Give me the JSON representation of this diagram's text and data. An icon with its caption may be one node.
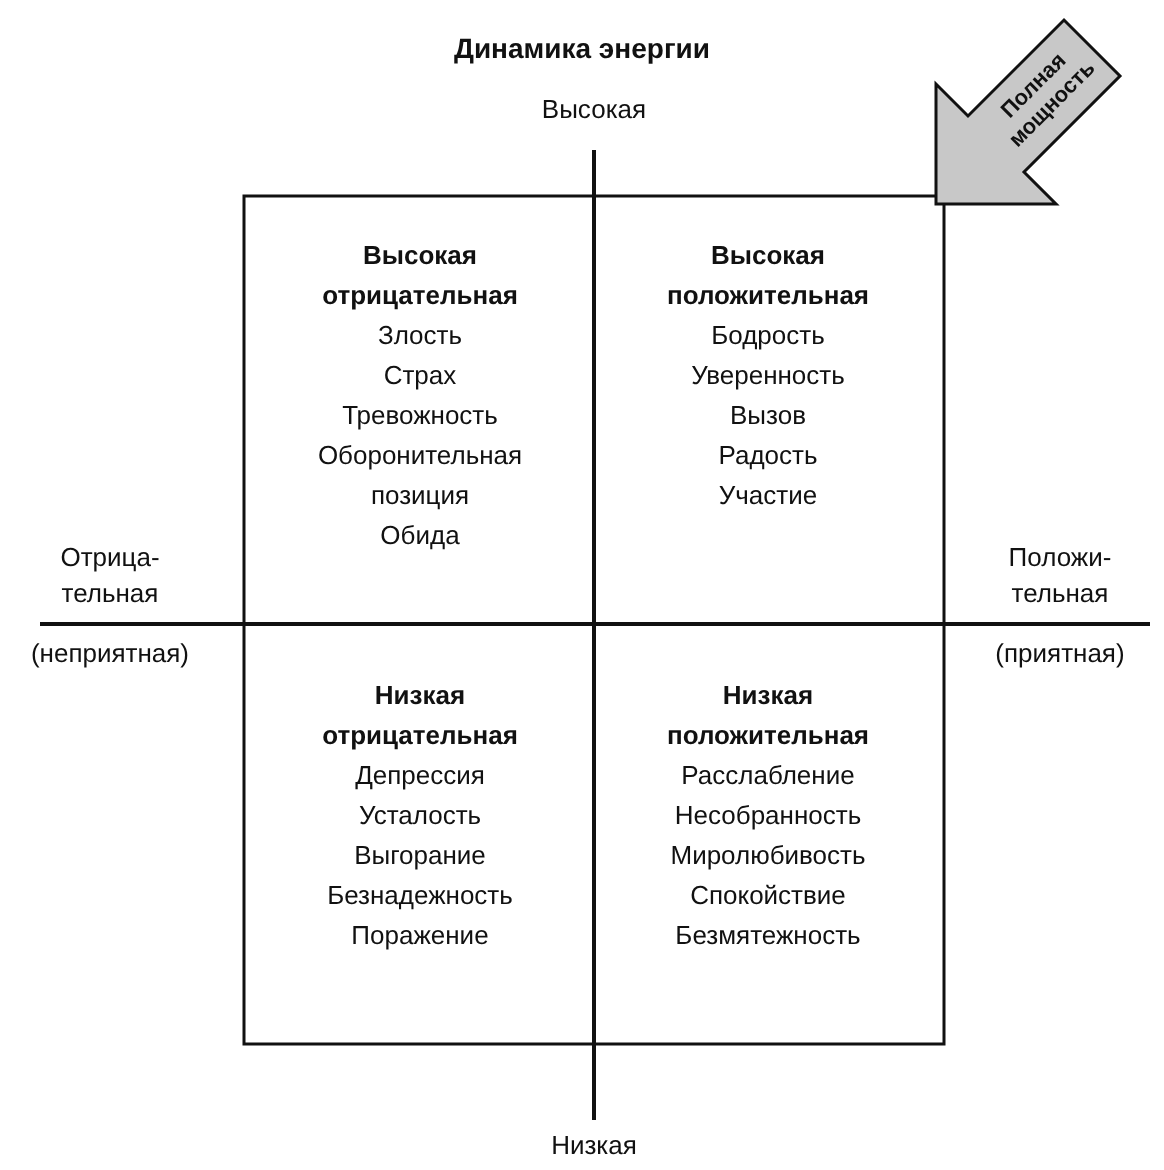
{
  "diagram": {
    "title": "Динамика энергии",
    "nodes": [
      {
        "text": [
          "Высокая отрицательная",
          "Злость",
          "Страх",
          "Тревожность",
          "Оборонительная позиция",
          "Обида"
        ]
      },
      {
        "text": [
          "Высокая положительная",
          "Бодрость",
          "Уверенность",
          "Вызов",
          "Радость",
          "Участие"
        ]
      },
      {
        "text": [
          "Низкая отрицательная",
          "Депрессия",
          "Усталость",
          "Выгорание",
          "Безнадежность",
          "Поражение"
        ]
      },
      {
        "text": [
          "Низкая положительная",
          "Расслабление",
          "Несобранность",
          "Миролюбивость",
          "Спокойствие",
          "Безмятежность"
        ]
      },
      {
        "text": [
          "Полная мощность"
        ]
      }
    ],
    "edges": [],
    "labels": [
      "Высокая",
      "Отрица- тельная (неприятная)",
      "Положи- тельная (приятная)",
      "Низкая"
    ]
  }
}
